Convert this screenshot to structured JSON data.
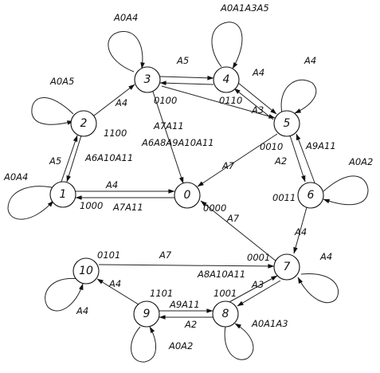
{
  "nodes": [
    {
      "id": "0",
      "label": "0"
    },
    {
      "id": "1",
      "label": "1"
    },
    {
      "id": "2",
      "label": "2"
    },
    {
      "id": "3",
      "label": "3"
    },
    {
      "id": "4",
      "label": "4"
    },
    {
      "id": "5",
      "label": "5"
    },
    {
      "id": "6",
      "label": "6"
    },
    {
      "id": "7",
      "label": "7"
    },
    {
      "id": "8",
      "label": "8"
    },
    {
      "id": "9",
      "label": "9"
    },
    {
      "id": "10",
      "label": "10"
    }
  ],
  "codes": {
    "1": "1000",
    "2": "1100",
    "3": "0100",
    "4": "0110",
    "5": "0010",
    "6": "0011",
    "0": "0000",
    "7": "0001",
    "8": "1001",
    "9": "1101",
    "10": "0101"
  },
  "self_loops": {
    "1": "A0A4",
    "2": "A0A5",
    "3": "A0A4",
    "4": "A0A1A3A5",
    "5": "A4",
    "6": "A0A2",
    "7": "A4",
    "8": "A0A1A3",
    "9": "A0A2",
    "10": "A4"
  },
  "edges": [
    {
      "from": "1",
      "to": "2",
      "label": "A5"
    },
    {
      "from": "2",
      "to": "1",
      "label": "A6A10A11"
    },
    {
      "from": "2",
      "to": "3",
      "label": "A4"
    },
    {
      "from": "3",
      "to": "4",
      "label": "A5"
    },
    {
      "from": "4",
      "to": "3",
      "label": ""
    },
    {
      "from": "4",
      "to": "5",
      "label": "A4"
    },
    {
      "from": "5",
      "to": "4",
      "label": "A3"
    },
    {
      "from": "3",
      "to": "0",
      "label": "A7A11"
    },
    {
      "from": "3",
      "to": "0",
      "label": "A6A8A9A10A11"
    },
    {
      "from": "5",
      "to": "0",
      "label": "A7"
    },
    {
      "from": "5",
      "to": "6",
      "label": "A2"
    },
    {
      "from": "6",
      "to": "5",
      "label": "A9A11"
    },
    {
      "from": "1",
      "to": "0",
      "label": "A4"
    },
    {
      "from": "0",
      "to": "1",
      "label": "A7A11"
    },
    {
      "from": "7",
      "to": "0",
      "label": "A7"
    },
    {
      "from": "6",
      "to": "7",
      "label": "A4"
    },
    {
      "from": "10",
      "to": "7",
      "label": "A7"
    },
    {
      "from": "8",
      "to": "7",
      "label": "A8A10A11"
    },
    {
      "from": "7",
      "to": "8",
      "label": "A3"
    },
    {
      "from": "9",
      "to": "8",
      "label": "A9A11"
    },
    {
      "from": "8",
      "to": "9",
      "label": "A2"
    },
    {
      "from": "9",
      "to": "10",
      "label": "A4"
    }
  ]
}
